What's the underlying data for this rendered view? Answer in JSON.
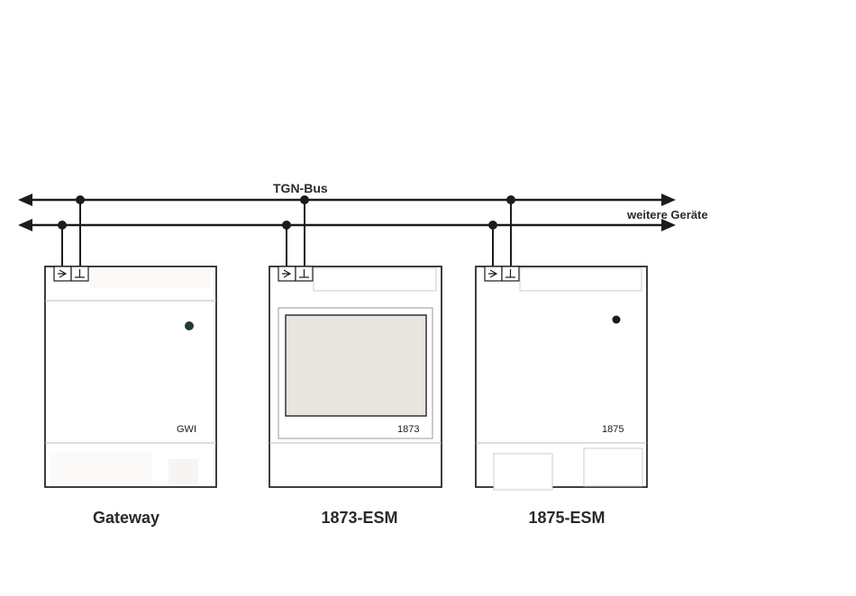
{
  "bus": {
    "title": "TGN-Bus",
    "more_devices": "weitere Geräte"
  },
  "devices": [
    {
      "id": "gateway",
      "model_label": "GWI",
      "caption": "Gateway"
    },
    {
      "id": "esm1873",
      "model_label": "1873",
      "caption": "1873-ESM"
    },
    {
      "id": "esm1875",
      "model_label": "1875",
      "caption": "1875-ESM"
    }
  ],
  "colors": {
    "line": "#1c1c1c",
    "device_border": "#2a2a2a",
    "display_fill": "#e8e4df",
    "background": "#ffffff"
  },
  "icons": {
    "bus_terminal": "bus-signal-terminal-icon",
    "ground_terminal": "ground-terminal-icon"
  }
}
